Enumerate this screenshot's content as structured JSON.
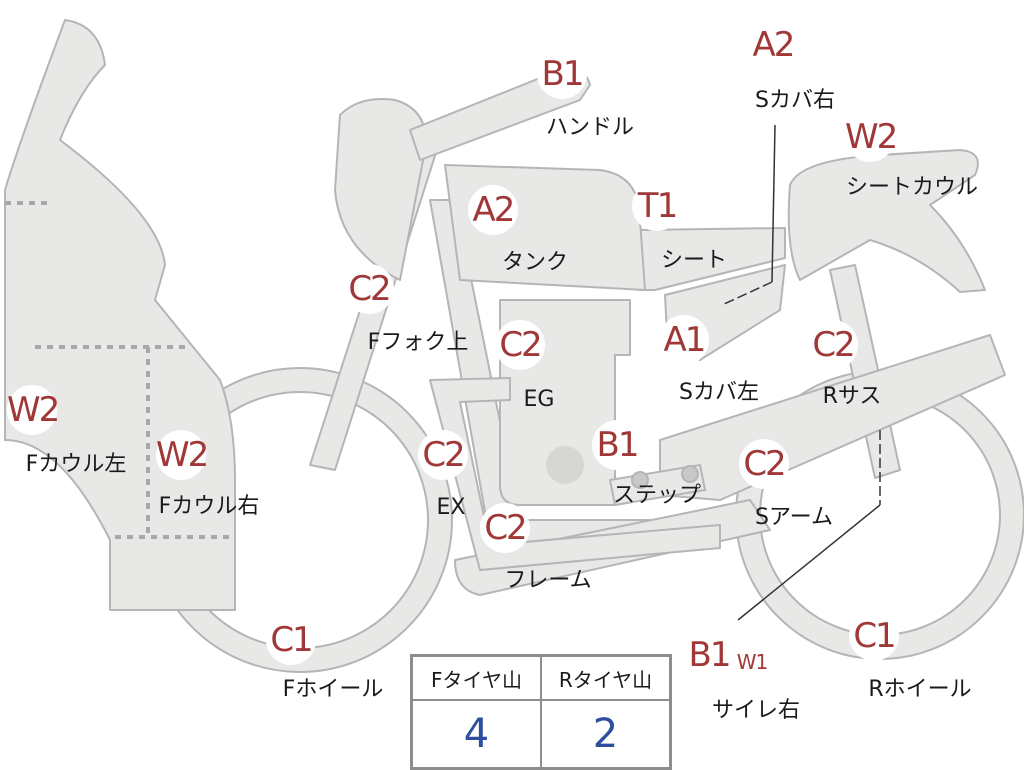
{
  "parts": [
    {
      "id": "handle",
      "grade": "B1",
      "label": "ハンドル"
    },
    {
      "id": "scover-r",
      "grade": "A2",
      "label": "Sカバ右"
    },
    {
      "id": "seat-cowl",
      "grade": "W2",
      "label": "シートカウル"
    },
    {
      "id": "tank",
      "grade": "A2",
      "label": "タンク"
    },
    {
      "id": "seat",
      "grade": "T1",
      "label": "シート"
    },
    {
      "id": "ffork-upper",
      "grade": "C2",
      "label": "Fフォク上"
    },
    {
      "id": "engine",
      "grade": "C2",
      "label": "EG"
    },
    {
      "id": "scover-l",
      "grade": "A1",
      "label": "Sカバ左"
    },
    {
      "id": "rsus",
      "grade": "C2",
      "label": "Rサス"
    },
    {
      "id": "fcowl-l",
      "grade": "W2",
      "label": "Fカウル左"
    },
    {
      "id": "fcowl-r",
      "grade": "W2",
      "label": "Fカウル右"
    },
    {
      "id": "exhaust",
      "grade": "C2",
      "label": "EX"
    },
    {
      "id": "step",
      "grade": "B1",
      "label": "ステップ"
    },
    {
      "id": "swingarm",
      "grade": "C2",
      "label": "Sアーム"
    },
    {
      "id": "frame",
      "grade": "C2",
      "label": "フレーム"
    },
    {
      "id": "fwheel",
      "grade": "C1",
      "label": "Fホイール"
    },
    {
      "id": "muffler-r",
      "grade": "B1",
      "grade2": "W1",
      "label": "サイレ右"
    },
    {
      "id": "rwheel",
      "grade": "C1",
      "label": "Rホイール"
    }
  ],
  "tire_table": {
    "front_header": "Fタイヤ山",
    "rear_header": "Rタイヤ山",
    "front_value": "4",
    "rear_value": "2"
  },
  "colors": {
    "body_fill": "#e8e8e6",
    "outline": "#b5b5b5",
    "grade_text": "#a03838",
    "value_text": "#2e4fa0"
  }
}
